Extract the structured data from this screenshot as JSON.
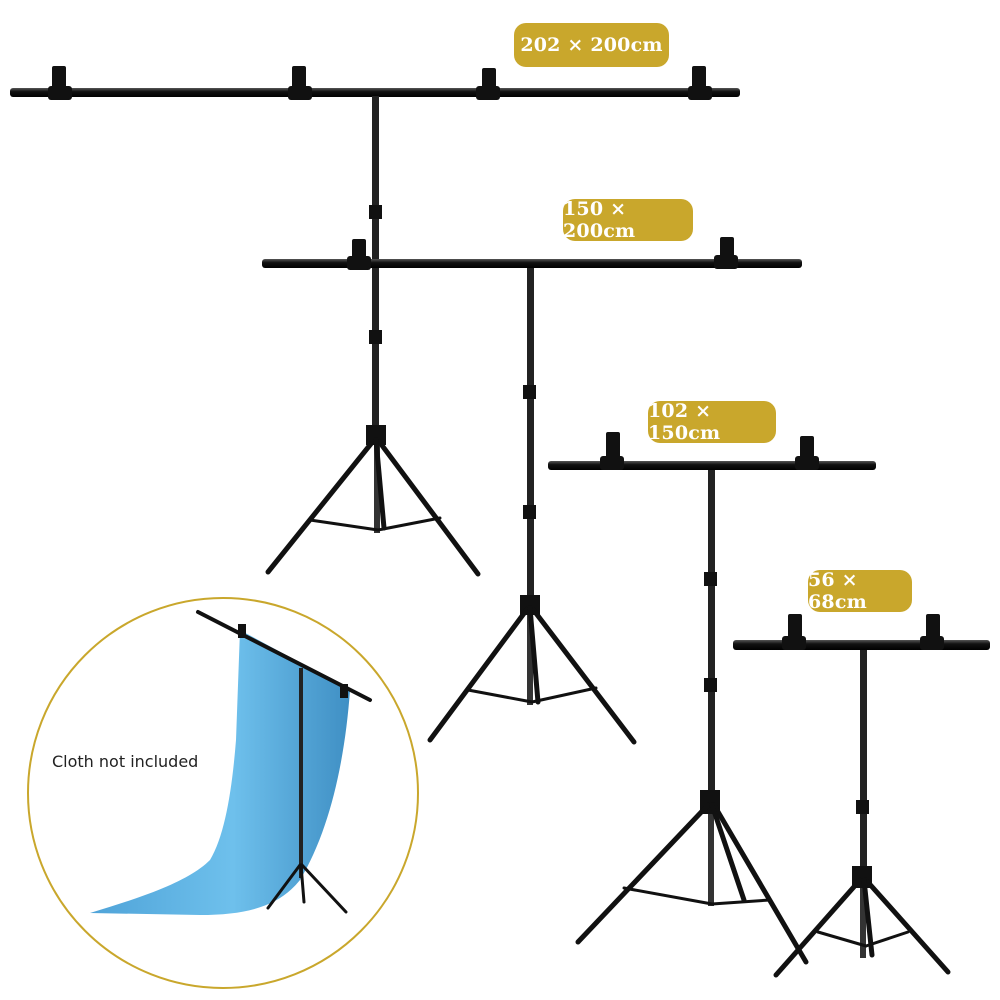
{
  "badges": {
    "stand_1": "202 × 200cm",
    "stand_2": "150 × 200cm",
    "stand_3": "102 × 150cm",
    "stand_4": "56 × 68cm"
  },
  "inset": {
    "caption": "Cloth not included"
  },
  "colors": {
    "badge": "#c9a72c",
    "badge_text": "#ffffff",
    "inset_ring": "#c9a72c",
    "cloth": "#5aaee0",
    "metal": "#111111"
  }
}
